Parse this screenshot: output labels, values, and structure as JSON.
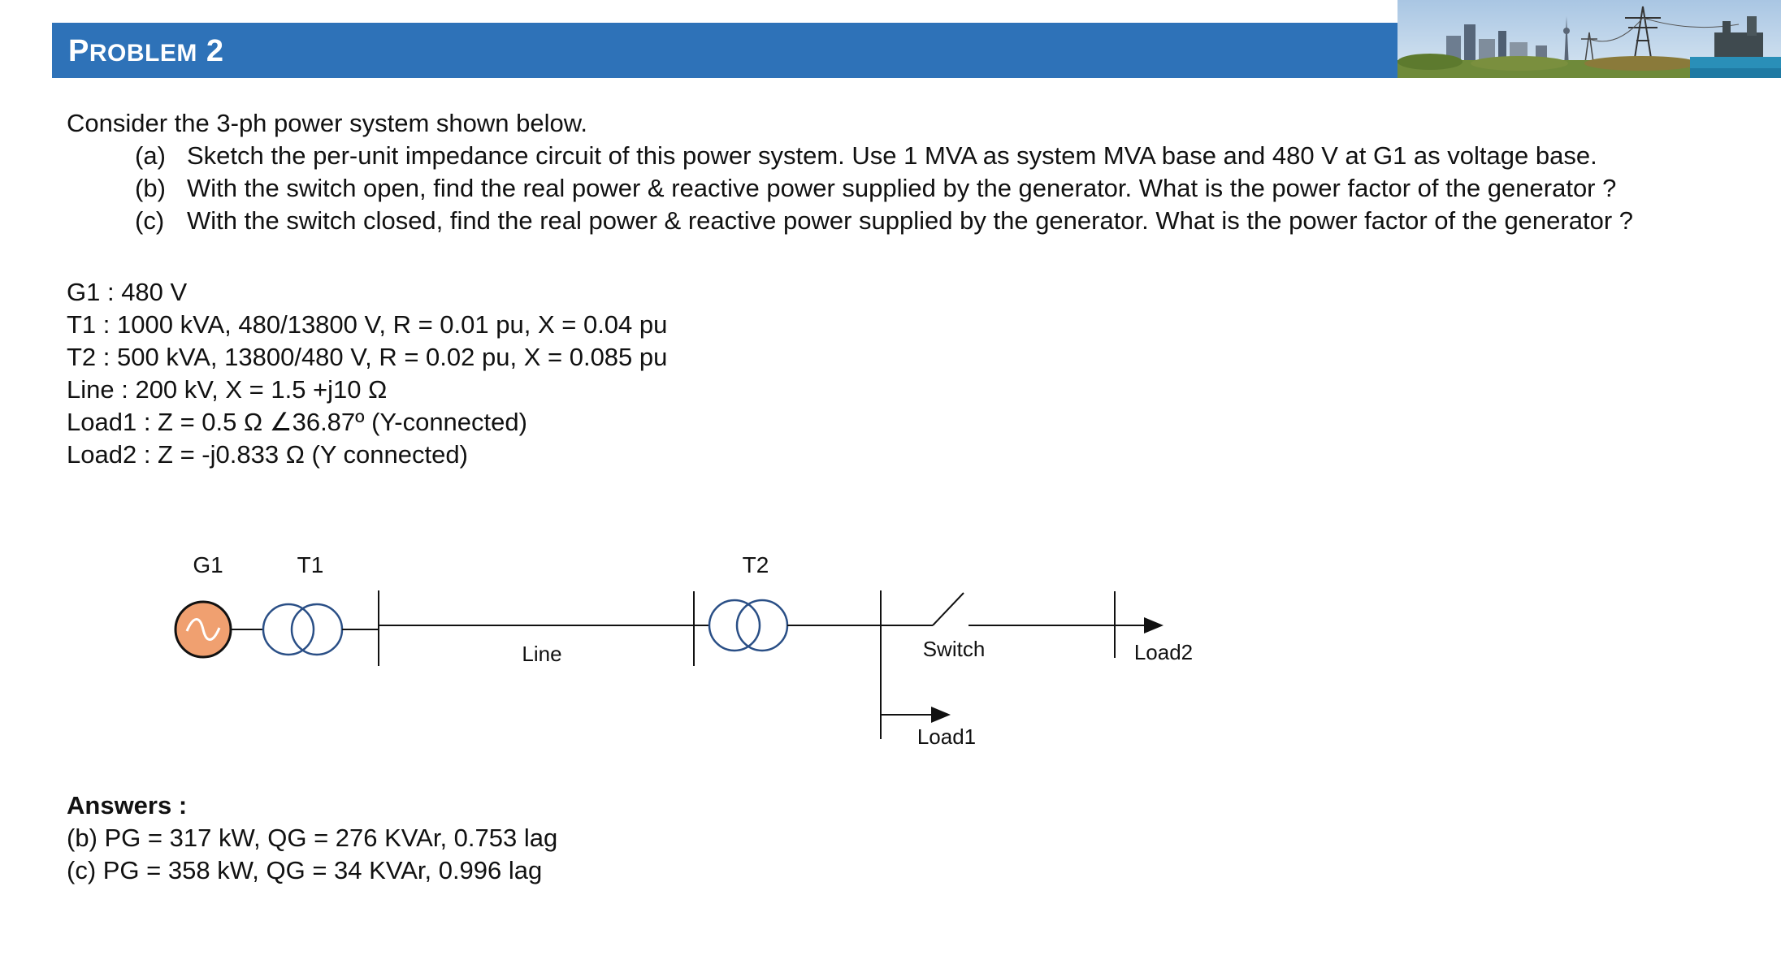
{
  "header": {
    "title_first": "P",
    "title_rest": "ROBLEM",
    "title_number": "2",
    "photo_icon": "power-plant-skyline-photo"
  },
  "intro": "Consider the 3-ph power system shown below.",
  "questions": [
    {
      "tag": "(a)",
      "text": "Sketch the per-unit impedance circuit of this power system. Use 1 MVA as system MVA base and 480 V at G1 as voltage base."
    },
    {
      "tag": "(b)",
      "text": "With the switch open, find the real power & reactive power supplied by the generator. What is the power factor of the generator ?"
    },
    {
      "tag": "(c)",
      "text": "With the switch closed, find the real power & reactive power supplied by the generator. What is the power factor of the generator ?"
    }
  ],
  "givens": {
    "g1": "G1 : 480 V",
    "t1": "T1 : 1000 kVA, 480/13800 V, R = 0.01 pu, X = 0.04 pu",
    "t2": "T2 : 500 kVA, 13800/480 V, R = 0.02 pu, X = 0.085 pu",
    "line": "Line : 200 kV, X = 1.5 +j10 Ω",
    "load1": "Load1 : Z = 0.5 Ω ∠36.87º (Y-connected)",
    "load2": "Load2 : Z = -j0.833 Ω (Y connected)"
  },
  "diagram": {
    "g1_label": "G1",
    "t1_label": "T1",
    "t2_label": "T2",
    "line_label": "Line",
    "switch_label": "Switch",
    "load1_label": "Load1",
    "load2_label": "Load2",
    "generator_color": "#f0a070"
  },
  "answers": {
    "title": "Answers :",
    "b": "(b) PG = 317 kW, QG = 276 KVAr, 0.753 lag",
    "c": "(c) PG = 358 kW, QG = 34 KVAr, 0.996 lag"
  }
}
